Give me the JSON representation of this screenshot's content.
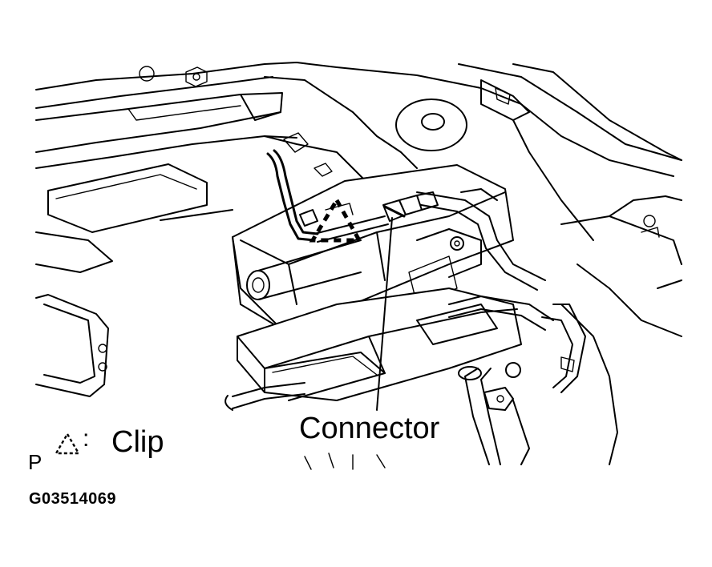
{
  "diagram": {
    "callout_label": "Connector",
    "legend": {
      "symbol_icon": "dashed-triangle-clip-icon",
      "separator": ":",
      "label": "Clip"
    },
    "corner_mark": "P",
    "figure_code": "G03514069"
  }
}
